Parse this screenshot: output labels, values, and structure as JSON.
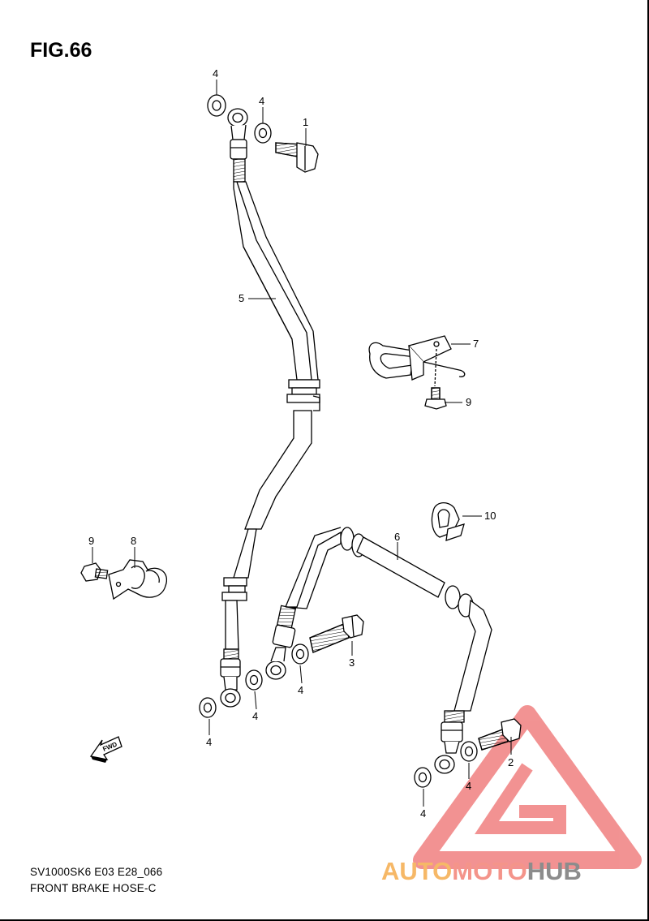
{
  "figure": {
    "title": "FIG.66"
  },
  "footer": {
    "model_line": "SV1000SK6 E03 E28_066",
    "caption": "FRONT BRAKE HOSE-C"
  },
  "callouts": [
    {
      "label": "1",
      "part": "union bolt"
    },
    {
      "label": "2",
      "part": "union bolt"
    },
    {
      "label": "3",
      "part": "union bolt"
    },
    {
      "label": "4",
      "part": "washer"
    },
    {
      "label": "5",
      "part": "brake hose"
    },
    {
      "label": "6",
      "part": "brake hose"
    },
    {
      "label": "7",
      "part": "hose clamp"
    },
    {
      "label": "8",
      "part": "hose clamp"
    },
    {
      "label": "9",
      "part": "bolt"
    },
    {
      "label": "10",
      "part": "clamp"
    }
  ],
  "fwd_arrow": {
    "label": "FWD"
  },
  "watermark": {
    "part_auto": "AUTO",
    "part_moto": "MOTO",
    "part_hub": "HUB",
    "colors": {
      "auto": "#f6b867",
      "moto": "#f4948a",
      "hub": "#8c8c8c",
      "triangle": "#f08080"
    }
  }
}
